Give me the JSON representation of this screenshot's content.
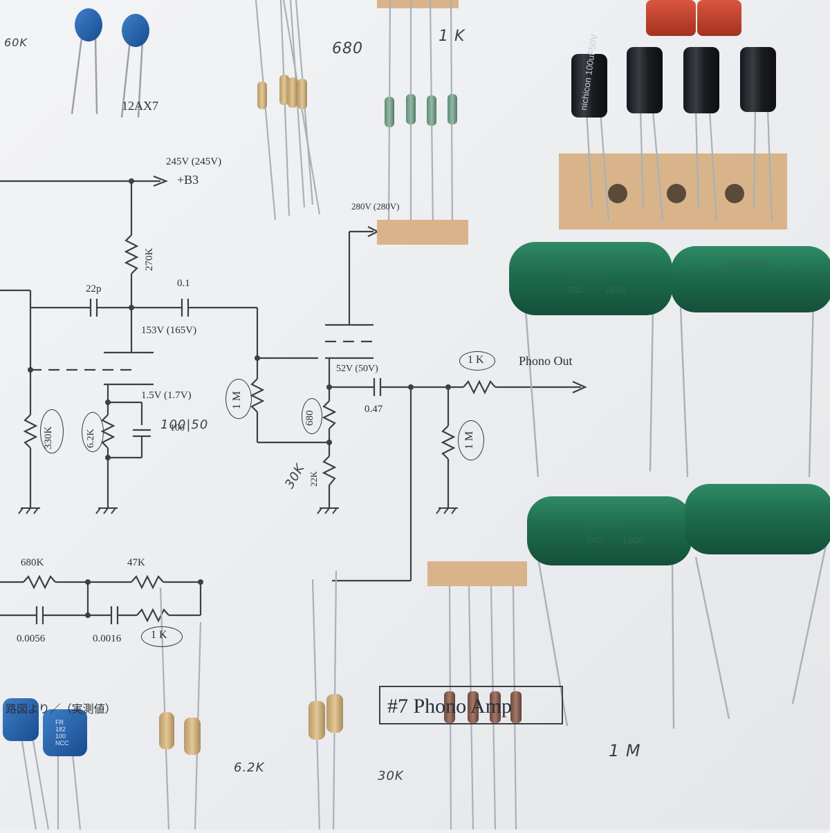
{
  "schematic": {
    "title": "#7 Phono Amp",
    "output_label": "Phono Out",
    "supply_label": "+B3",
    "partial_tube_label": "12AX7",
    "japanese_note": "路図より／（実測値）",
    "voltages": {
      "b3": "245V (245V)",
      "plate_top": "280V (280V)",
      "plate_1": "153V (165V)",
      "plate_2": "52V (50V)",
      "cathode": "1.5V (1.7V)"
    },
    "components": {
      "r_270k": "270K",
      "c_22p": "22p",
      "c_0_1": "0.1",
      "r_1m_grid": "1 M",
      "r_680": "680",
      "r_22k": "22K",
      "c_0_47": "0.47",
      "r_1k_out": "1 K",
      "r_1m_out": "1 M",
      "r_330k": "330K",
      "r_6_2k": "6.2K",
      "c_100": "100",
      "c_50": "50",
      "r_680k": "680K",
      "r_47k": "47K",
      "c_0_0056": "0.0056",
      "c_0_0016": "0.0016",
      "r_1k_eq": "1 K"
    }
  },
  "handwritten": {
    "top_left": "60K",
    "top_680": "680",
    "top_1k": "1 K",
    "mid_30k": "30K",
    "bottom_6_2k": "6.2K",
    "bottom_30k": "30K",
    "bottom_1m": "1 M",
    "cap_100_50": "100|50"
  },
  "component_markings": {
    "film_cap": "684K400",
    "film_cap_sub": "TAC",
    "film_cap_code": "1B08",
    "electrolytic": "nichicon 100uF50V",
    "blue_cap_line1": "FR",
    "blue_cap_line2": "182",
    "blue_cap_line3": "100",
    "blue_cap_line4": "NCC"
  },
  "colors": {
    "paper": "#eef0f2",
    "ink": "#3a3f48",
    "film_cap_green": "#1f6a4c",
    "orange_cap": "#c0412c",
    "blue_cap": "#1f5aa8",
    "electrolytic": "#1c1e22",
    "tape": "#d9b48a"
  }
}
